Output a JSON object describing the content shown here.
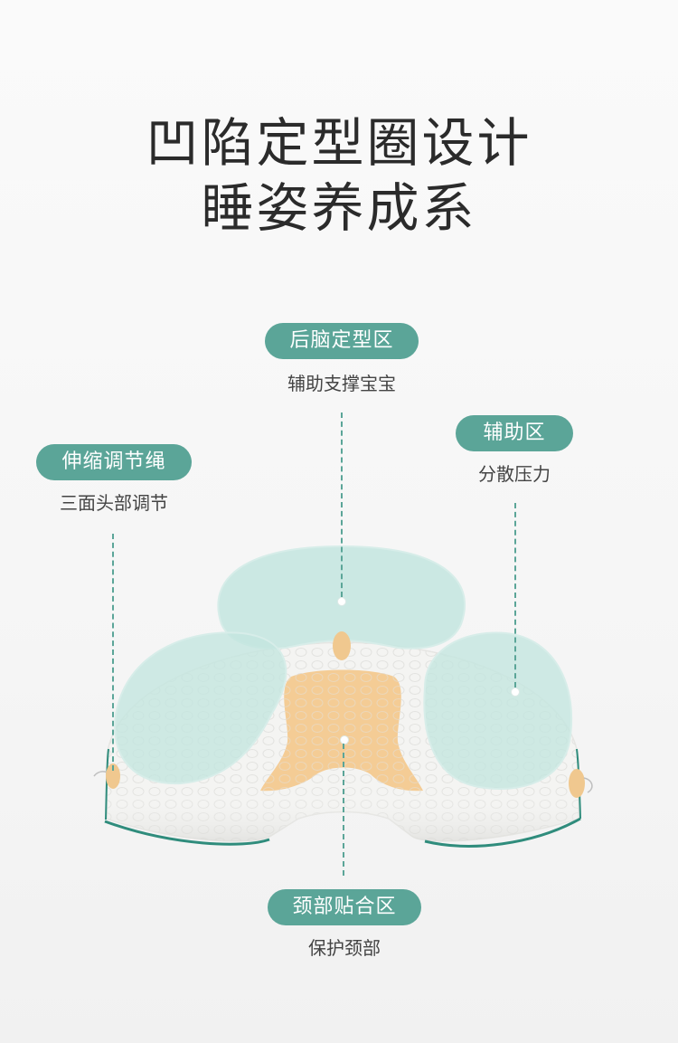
{
  "title": {
    "line1": "凹陷定型圈设计",
    "line2": "睡姿养成系"
  },
  "callouts": {
    "back_head": {
      "label": "后脑定型区",
      "desc": "辅助支撑宝宝"
    },
    "rope": {
      "label": "伸缩调节绳",
      "desc": "三面头部调节"
    },
    "assist": {
      "label": "辅助区",
      "desc": "分散压力"
    },
    "neck": {
      "label": "颈部贴合区",
      "desc": "保护颈部"
    }
  },
  "colors": {
    "accent": "#5ba598",
    "zone_teal": "#bfe3dd",
    "neck_zone": "#f3c98f",
    "pillow_white": "#f4f4f2"
  }
}
